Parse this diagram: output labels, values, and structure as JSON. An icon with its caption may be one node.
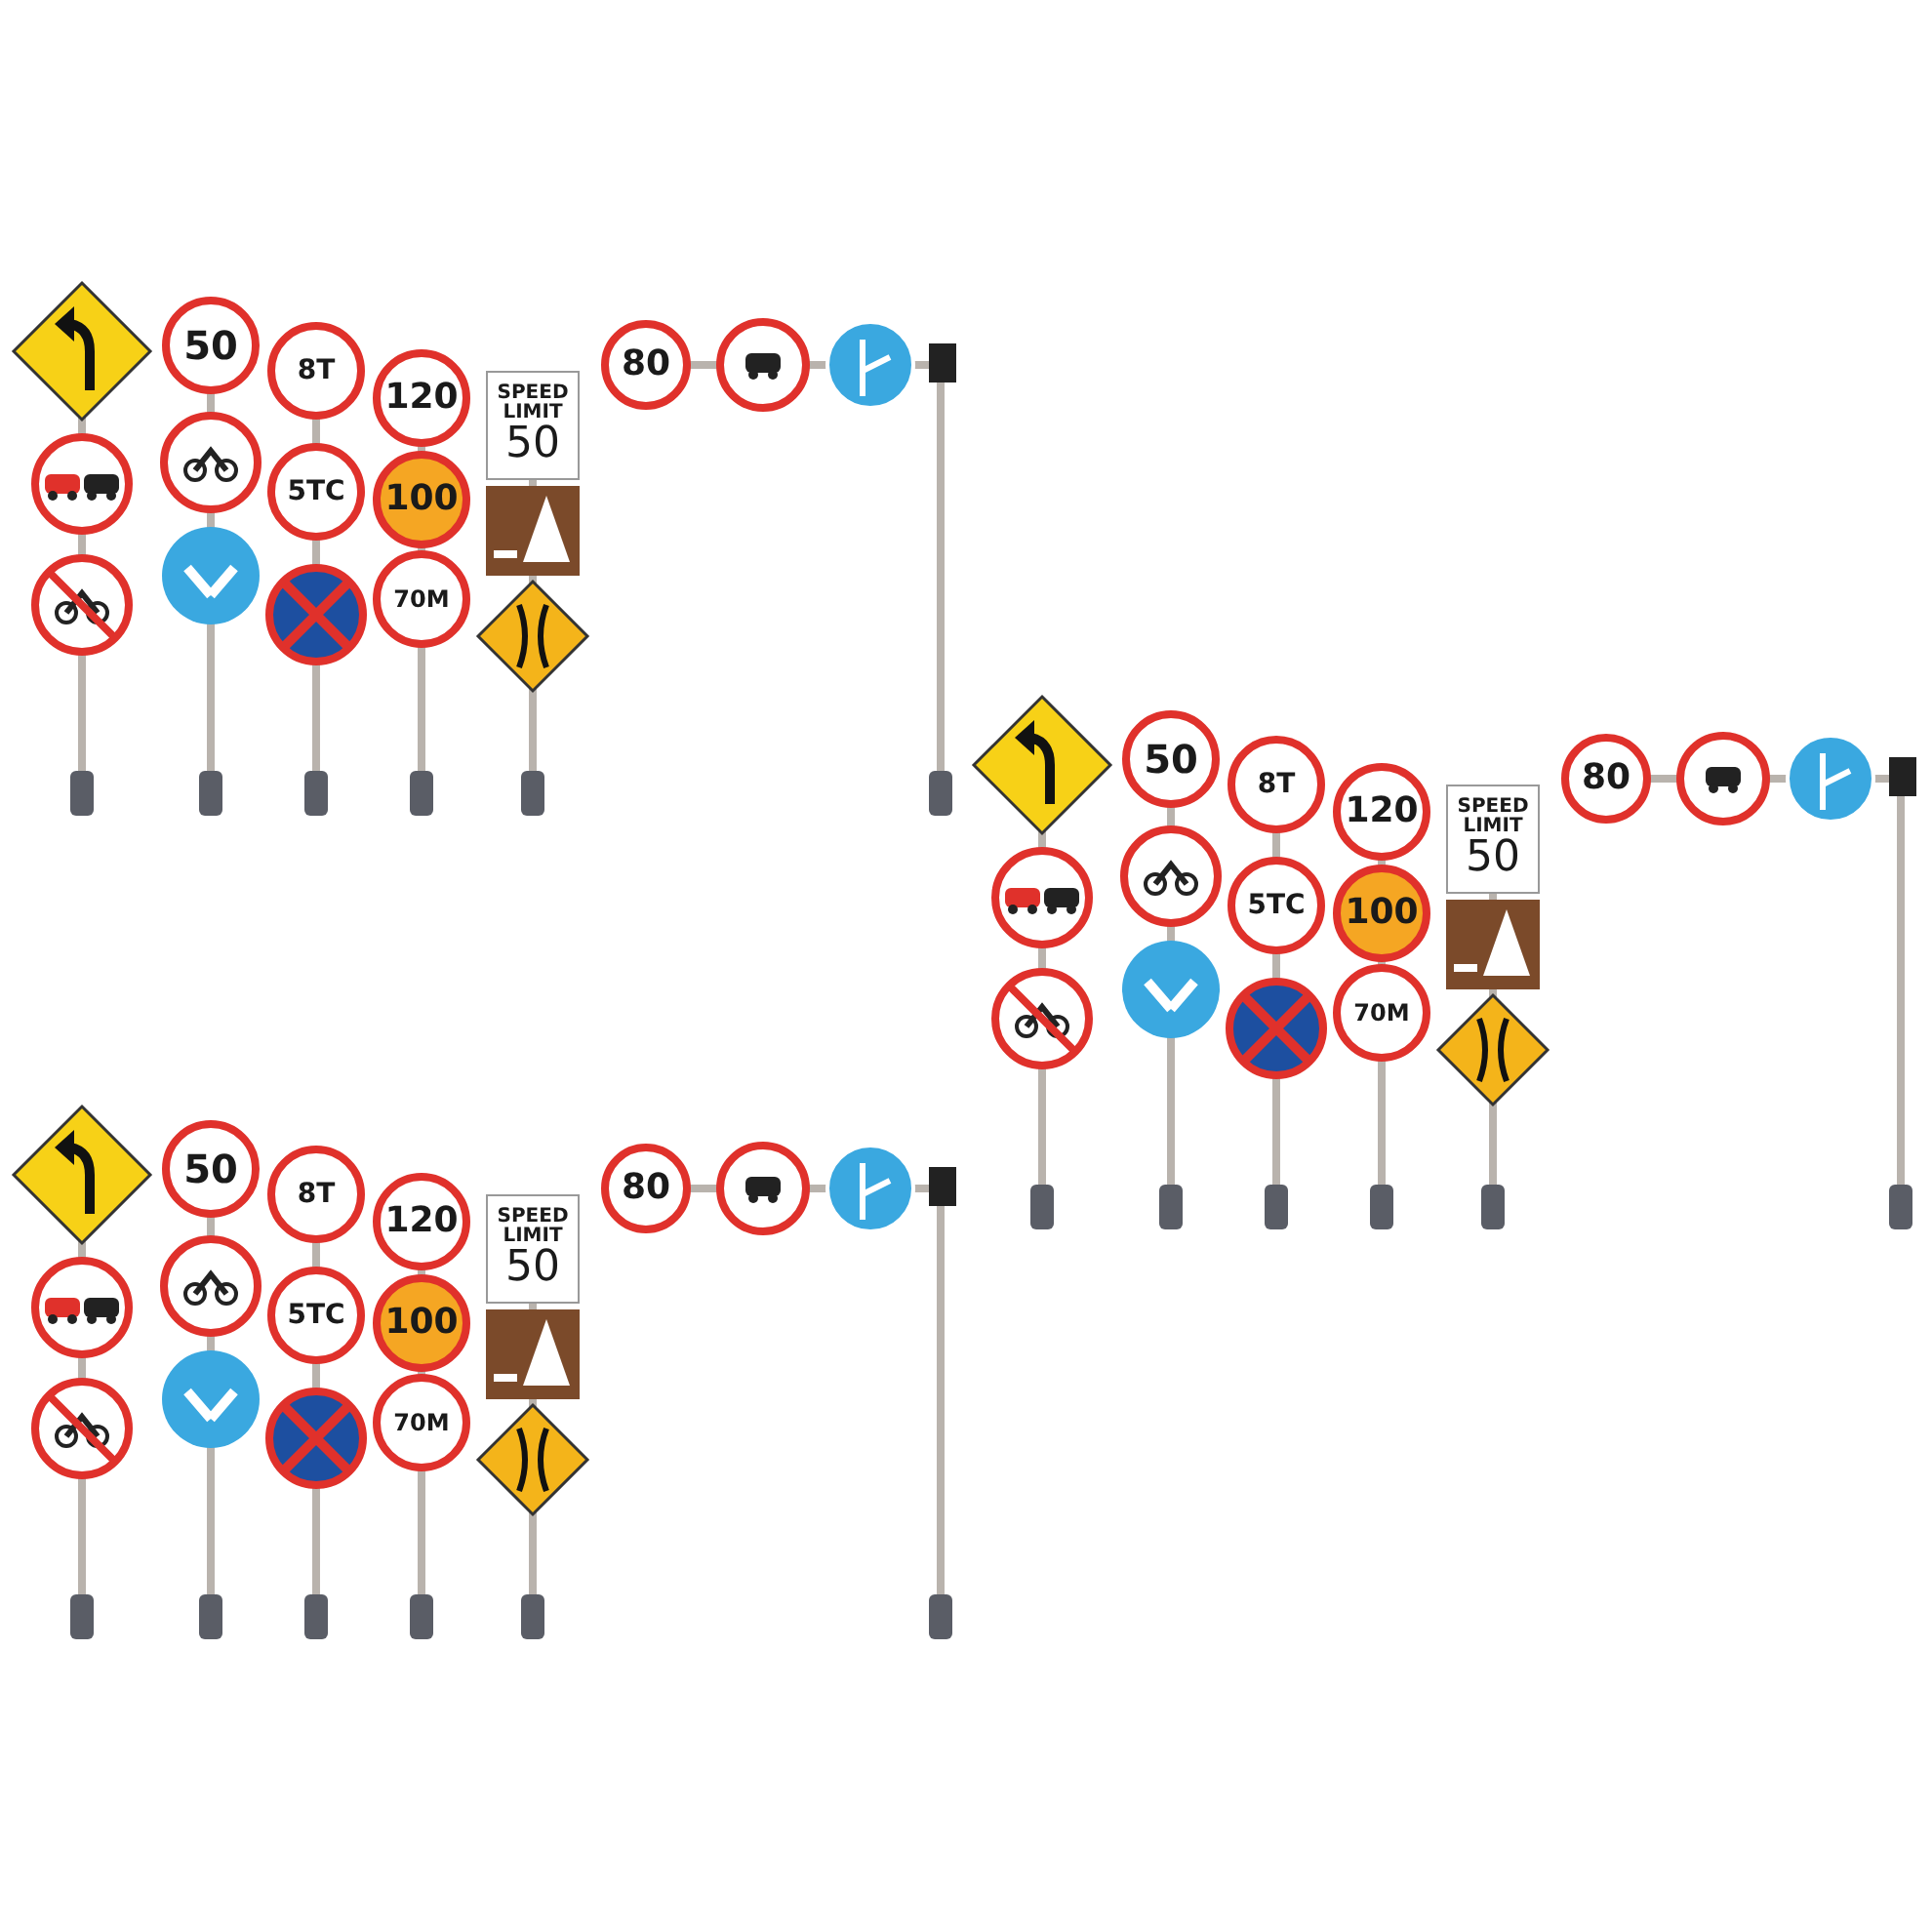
{
  "diagram": {
    "nodes": [
      {
        "text": [
          "50"
        ]
      },
      {
        "text": [
          "8T"
        ]
      },
      {
        "text": [
          "120"
        ]
      },
      {
        "text": [
          "SPEED LIMIT",
          "50"
        ]
      },
      {
        "text": [
          "80"
        ]
      },
      {
        "text": [
          "5TC"
        ]
      },
      {
        "text": [
          "100"
        ]
      },
      {
        "text": [
          "70M"
        ]
      },
      {
        "text": [
          "50"
        ]
      },
      {
        "text": [
          "8T"
        ]
      },
      {
        "text": [
          "120"
        ]
      },
      {
        "text": [
          "SPEED LIMIT",
          "50"
        ]
      },
      {
        "text": [
          "80"
        ]
      },
      {
        "text": [
          "5TC"
        ]
      },
      {
        "text": [
          "100"
        ]
      },
      {
        "text": [
          "70M"
        ]
      },
      {
        "text": [
          "50"
        ]
      },
      {
        "text": [
          "8T"
        ]
      },
      {
        "text": [
          "120"
        ]
      },
      {
        "text": [
          "SPEED LIMIT",
          "50"
        ]
      },
      {
        "text": [
          "80"
        ]
      },
      {
        "text": [
          "5TC"
        ]
      },
      {
        "text": [
          "100"
        ]
      },
      {
        "text": [
          "70M"
        ]
      }
    ]
  }
}
